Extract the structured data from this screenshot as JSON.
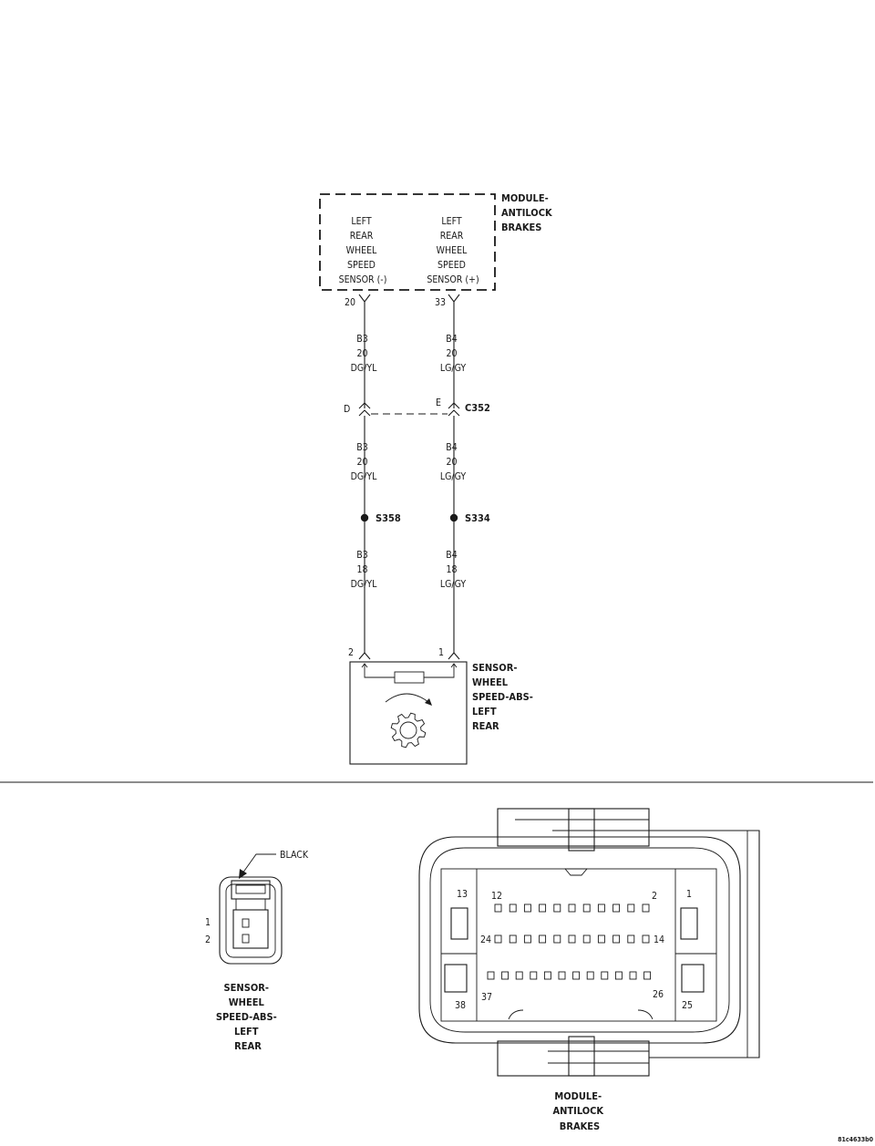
{
  "module": {
    "title": [
      "MODULE-",
      "ANTILOCK",
      "BRAKES"
    ],
    "left_function": [
      "LEFT",
      "REAR",
      "WHEEL",
      "SPEED",
      "SENSOR (-)"
    ],
    "right_function": [
      "LEFT",
      "REAR",
      "WHEEL",
      "SPEED",
      "SENSOR (+)"
    ],
    "left_pin": "20",
    "right_pin": "33"
  },
  "wires": {
    "upper_left": [
      "B3",
      "20",
      "DG/YL"
    ],
    "upper_right": [
      "B4",
      "20",
      "LG/GY"
    ],
    "mid_left": [
      "B3",
      "20",
      "DG/YL"
    ],
    "mid_right": [
      "B4",
      "20",
      "LG/GY"
    ],
    "lower_left": [
      "B3",
      "18",
      "DG/YL"
    ],
    "lower_right": [
      "B4",
      "18",
      "LG/GY"
    ]
  },
  "connector": {
    "name": "C352",
    "left_cavity": "D",
    "right_cavity": "E"
  },
  "splices": {
    "left": "S358",
    "right": "S334"
  },
  "sensor": {
    "title": [
      "SENSOR-",
      "WHEEL",
      "SPEED-ABS-",
      "LEFT",
      "REAR"
    ],
    "left_pin": "2",
    "right_pin": "1"
  },
  "sensor_connector_view": {
    "color_label": "BLACK",
    "pin_labels": [
      "1",
      "2"
    ],
    "title": [
      "SENSOR-",
      "WHEEL",
      "SPEED-ABS-",
      "LEFT",
      "REAR"
    ]
  },
  "module_connector_view": {
    "pin_labels": {
      "p13": "13",
      "p12": "12",
      "p2": "2",
      "p1": "1",
      "p24": "24",
      "p14": "14",
      "p38": "38",
      "p37": "37",
      "p26": "26",
      "p25": "25"
    },
    "title": [
      "MODULE-",
      "ANTILOCK",
      "BRAKES"
    ]
  },
  "figure_id": "81c4633b0"
}
